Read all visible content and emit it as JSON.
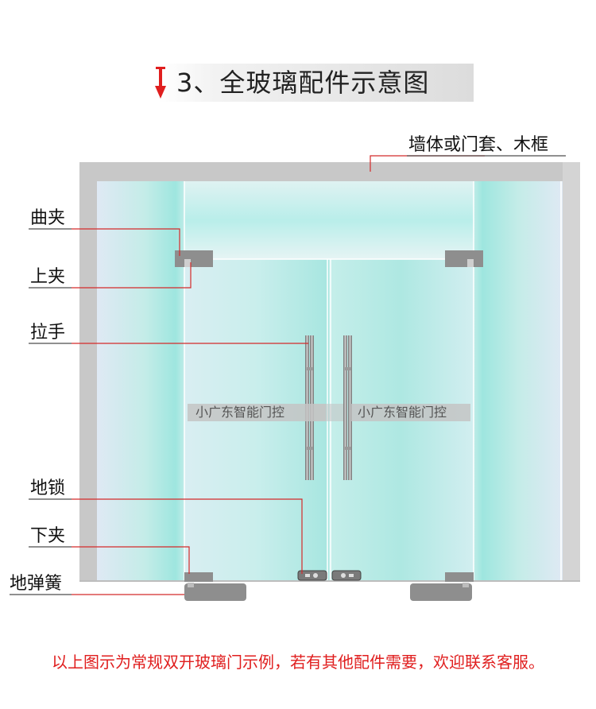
{
  "title": "3、全玻璃配件示意图",
  "labels": {
    "frame": "墙体或门套、木框",
    "top_clamp_curved": "曲夹",
    "top_clamp": "上夹",
    "handle": "拉手",
    "floor_lock": "地锁",
    "bottom_clamp": "下夹",
    "floor_spring": "地弹簧"
  },
  "watermarks": [
    "小广东智能门控",
    "小广东智能门控"
  ],
  "footer": "以上图示为常规双开玻璃门示例，若有其他配件需要，欢迎联系客服。",
  "colors": {
    "title_arrow": "#e01e1e",
    "leader_line": "#d42a2a",
    "frame": "#c8c8c8",
    "glass": "#bfeae6",
    "hardware": "#8e8e8e",
    "footer_text": "#e01e1e"
  }
}
